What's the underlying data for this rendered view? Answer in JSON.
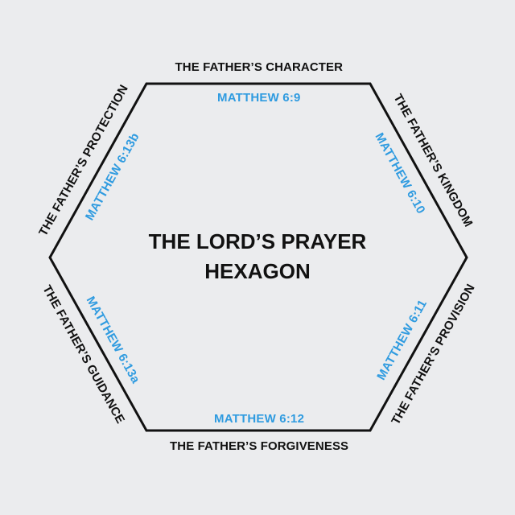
{
  "title_line1": "THE LORD’S PRAYER",
  "title_line2": "HEXAGON",
  "colors": {
    "background": "#ebecee",
    "line": "#111111",
    "text": "#111111",
    "verse": "#2f9be0"
  },
  "sides": [
    {
      "title": "THE FATHER’S CHARACTER",
      "verse": "MATTHEW 6:9"
    },
    {
      "title": "THE FATHER’S KINGDOM",
      "verse": "MATTHEW 6:10"
    },
    {
      "title": "THE FATHER’S PROVISION",
      "verse": "MATTHEW 6:11"
    },
    {
      "title": "THE FATHER’S FORGIVENESS",
      "verse": "MATTHEW 6:12"
    },
    {
      "title": "THE FATHER’S GUIDANCE",
      "verse": "MATTHEW 6:13a"
    },
    {
      "title": "THE FATHER’S PROTECTION",
      "verse": "MATTHEW 6:13b"
    }
  ]
}
